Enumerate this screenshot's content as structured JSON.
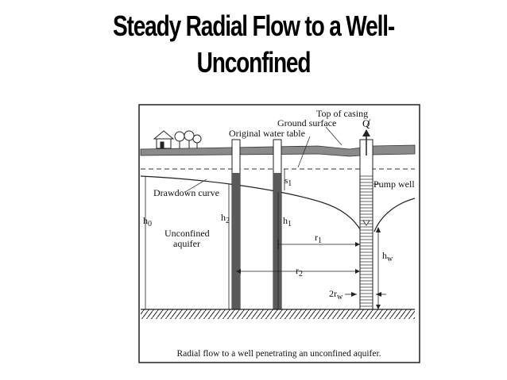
{
  "slide": {
    "title_line1": "Steady Radial Flow to a Well-",
    "title_line2": "Unconfined"
  },
  "figure": {
    "labels": {
      "top_of_casing": "Top of casing",
      "ground_surface": "Ground surface",
      "original_water_table": "Original water table",
      "q": "Q",
      "s1": "s",
      "s1_sub": "1",
      "pump_well": "Pump well",
      "drawdown_curve": "Drawdown curve",
      "h0": "h",
      "h0_sub": "0",
      "h2": "h",
      "h2_sub": "2",
      "h1": "h",
      "h1_sub": "1",
      "unconfined_line1": "Unconfined",
      "unconfined_line2": "aquifer",
      "r1": "r",
      "r1_sub": "1",
      "r2": "r",
      "r2_sub": "2",
      "hw": "h",
      "hw_sub": "w",
      "two_rw": "2r",
      "two_rw_sub": "w"
    },
    "caption": "Radial flow to a well penetrating an unconfined aquifer."
  }
}
